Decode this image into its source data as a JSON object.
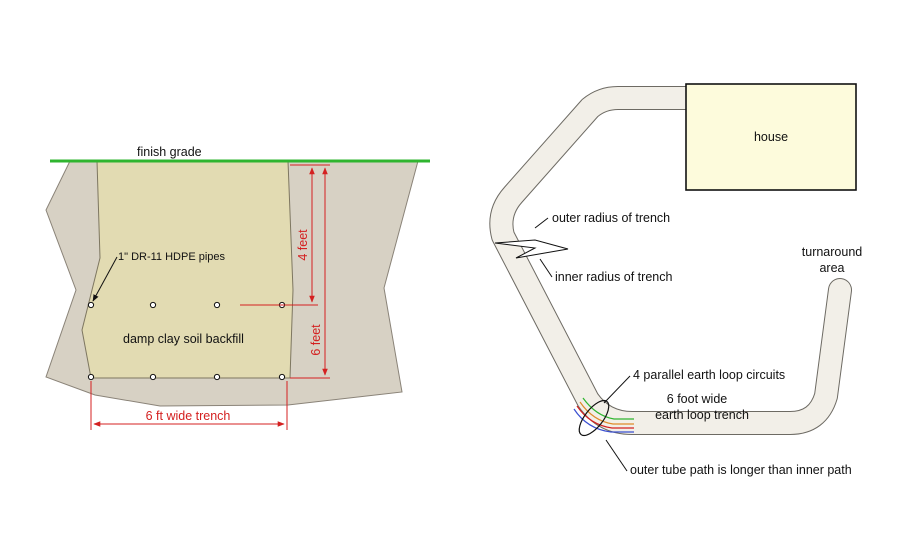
{
  "cross_section": {
    "finish_grade_label": "finish grade",
    "pipes_label": "1\" DR-11 HDPE pipes",
    "backfill_label": "damp clay soil backfill",
    "depth_4_label": "4 feet",
    "depth_6_label": "6 feet",
    "width_label": "6 ft wide trench",
    "colors": {
      "grade": "#2fb52f",
      "soil": "#d7d1c4",
      "backfill": "#e2dbb2",
      "dimension": "#d42020"
    }
  },
  "plan_view": {
    "house_label": "house",
    "outer_radius_label": "outer radius of trench",
    "inner_radius_label": "inner radius of trench",
    "turnaround_line1": "turnaround",
    "turnaround_line2": "area",
    "circuits_label": "4 parallel earth loop circuits",
    "trench_line1": "6 foot wide",
    "trench_line2": "earth loop trench",
    "path_note": "outer tube path is longer than inner path",
    "colors": {
      "trench_fill": "#f2efe8",
      "house_fill": "#fdfbdc",
      "loop_colors": [
        "#2fb52f",
        "#e08a2a",
        "#d42020",
        "#3a4fd0"
      ]
    }
  }
}
